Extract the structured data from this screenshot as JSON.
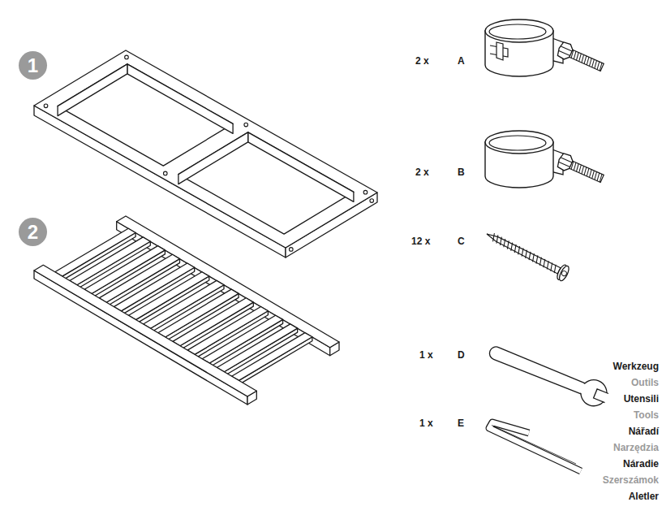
{
  "diagram": {
    "nodes": [
      {
        "text": [
          "1"
        ]
      },
      {
        "text": [
          "2"
        ]
      }
    ],
    "labels": [
      "2 x",
      "A",
      "2 x",
      "B",
      "12 x",
      "C",
      "1 x",
      "D",
      "1 x",
      "E",
      "Werkzeug",
      "Outils",
      "Utensili",
      "Tools",
      "Nářadí",
      "Narzędzia",
      "Náradie",
      "Szerszámok",
      "Aletler"
    ]
  }
}
